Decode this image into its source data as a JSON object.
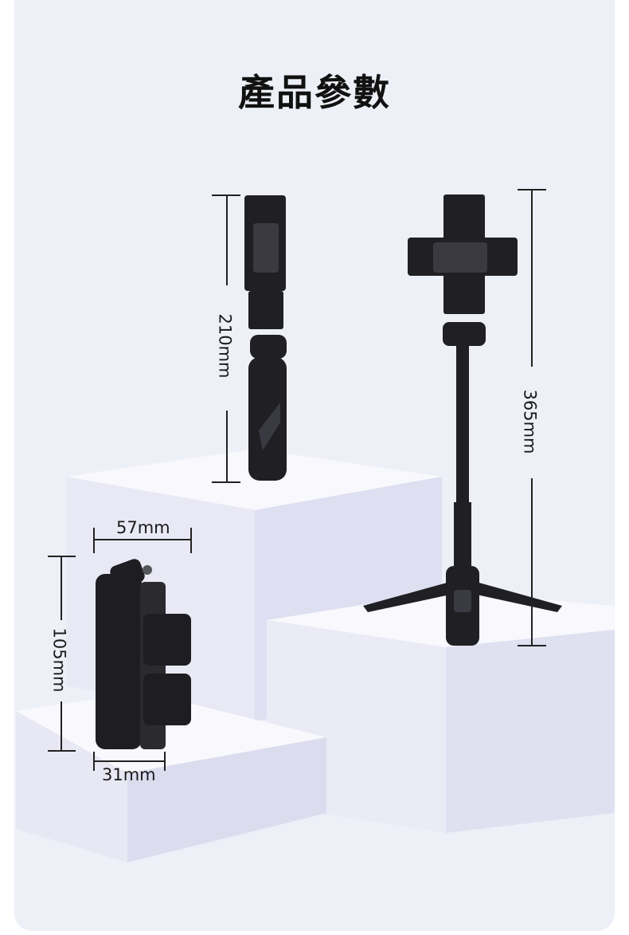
{
  "title": "產品參數",
  "dimensions": {
    "folded_height": "210mm",
    "extended_height": "365mm",
    "width": "57mm",
    "height": "105mm",
    "depth": "31mm"
  },
  "colors": {
    "background": "#eef0f8",
    "pedestal_top": "#f7f7fc",
    "pedestal_front": "#e4e4f2",
    "product": "#1e1e22"
  }
}
